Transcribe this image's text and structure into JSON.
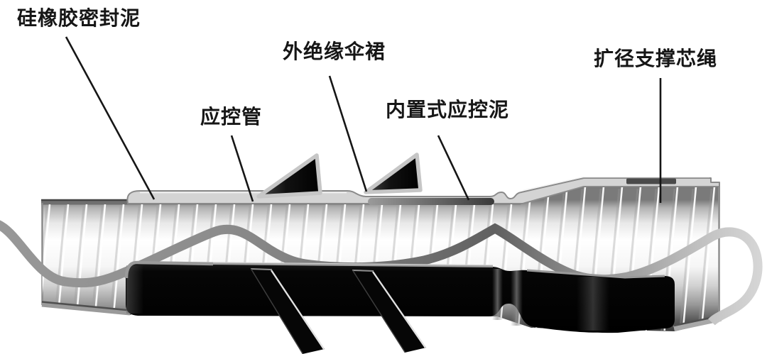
{
  "diagram": {
    "background": "#ffffff",
    "labels": [
      {
        "id": "silicone-sealing-mastic",
        "text": "硅橡胶密封泥"
      },
      {
        "id": "stress-control-tube",
        "text": "应控管"
      },
      {
        "id": "outer-insulation-shed",
        "text": "外绝缘伞裙"
      },
      {
        "id": "built-in-stress-control-mastic",
        "text": "内置式应控泥"
      },
      {
        "id": "expansion-support-core-rope",
        "text": "扩径支撑芯绳"
      }
    ],
    "colors": {
      "label_text": "#161616",
      "leader_line": "#161616",
      "tube_highlight": "#ffffff",
      "tube_shadow": "#333333",
      "molding_gray": "#d4d4d4",
      "mastic_channel_dark": "#3a3a3a",
      "rubber_body_black": "#060606",
      "core_rope_gray": "#9a9a9a"
    }
  }
}
